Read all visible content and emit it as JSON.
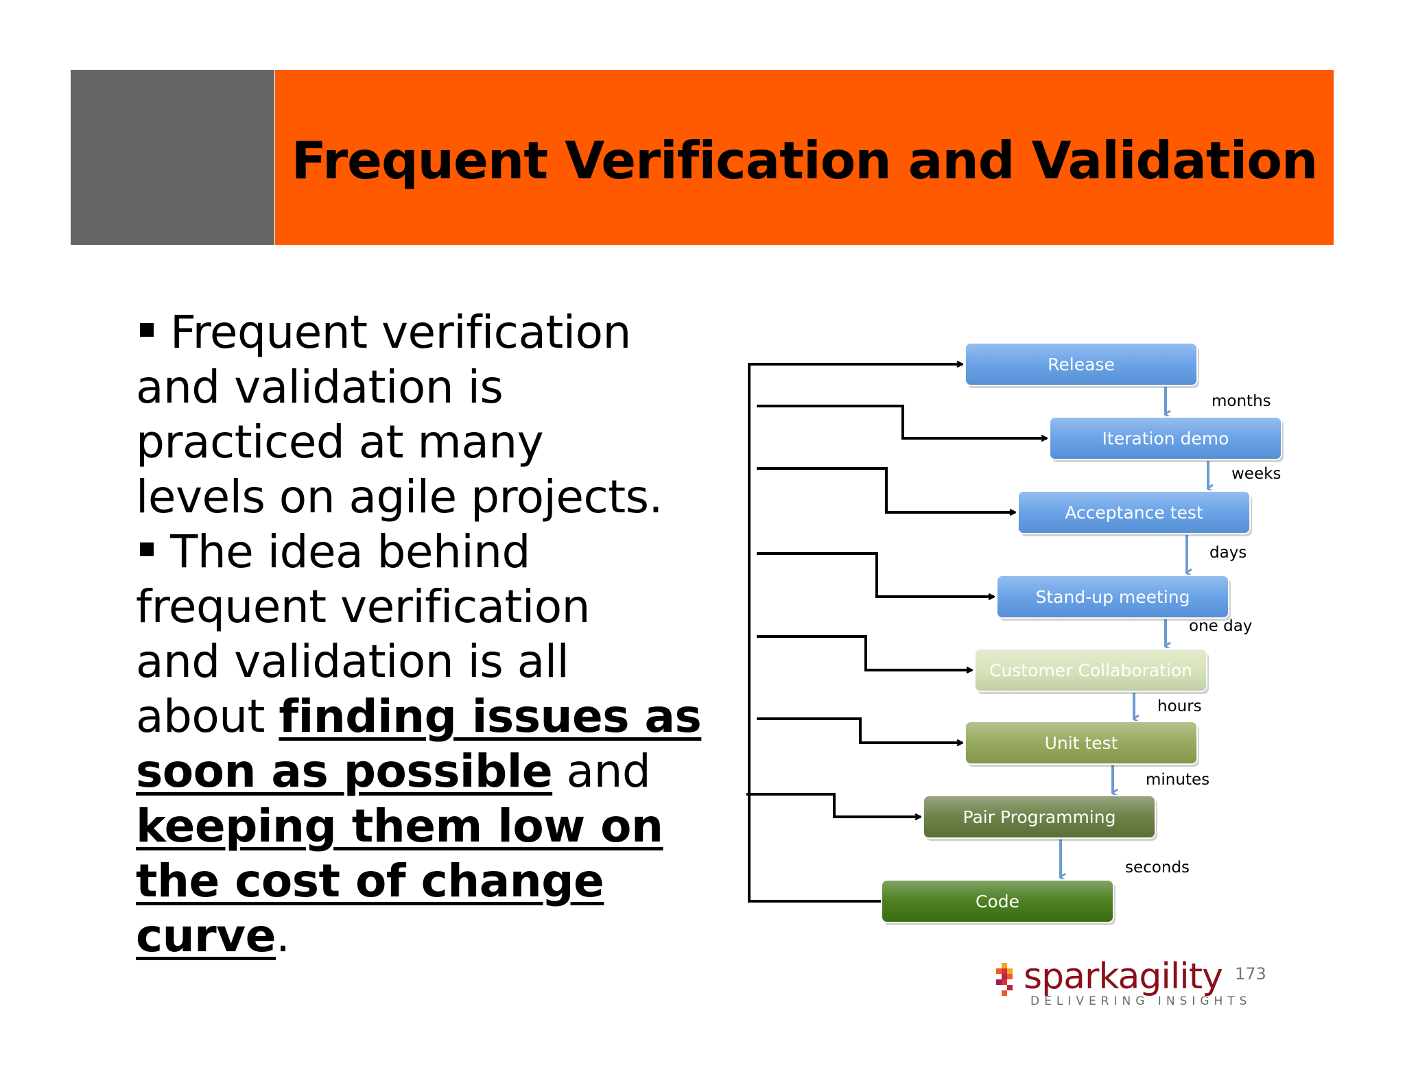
{
  "slide": {
    "title": "Frequent Verification and Validation",
    "page_number": "173"
  },
  "bullets": {
    "b1_l1": "Frequent verification",
    "b1_l2": "and validation is",
    "b1_l3": "practiced at many",
    "b1_l4": "levels on agile projects.",
    "b2_l1": "The idea behind",
    "b2_l2": "frequent verification",
    "b2_l3": "and validation is all",
    "b2_l4_pre": "about ",
    "b2_l4_hl": "finding issues as",
    "b2_l5_hl": "soon as possible",
    "b2_l5_post": " and",
    "b2_l6_hl": "keeping them low on",
    "b2_l7_hl": "the cost of change",
    "b2_l8_hl": "curve",
    "b2_l8_post": "."
  },
  "diagram": {
    "nodes": [
      {
        "label": "Release",
        "fill": "#5d9be6",
        "text_color": "#ffffff"
      },
      {
        "label": "Iteration demo",
        "fill": "#5d9be6",
        "text_color": "#ffffff"
      },
      {
        "label": "Acceptance test",
        "fill": "#5d9be6",
        "text_color": "#ffffff"
      },
      {
        "label": "Stand-up meeting",
        "fill": "#5d9be6",
        "text_color": "#ffffff"
      },
      {
        "label": "Customer Collaboration",
        "fill": "#d3e1b5",
        "text_color": "#ffffff"
      },
      {
        "label": "Unit test",
        "fill": "#8ea350",
        "text_color": "#ffffff"
      },
      {
        "label": "Pair Programming",
        "fill": "#62773a",
        "text_color": "#ffffff"
      },
      {
        "label": "Code",
        "fill": "#3e7410",
        "text_color": "#ffffff"
      }
    ],
    "intervals": [
      "months",
      "weeks",
      "days",
      "one day",
      "hours",
      "minutes",
      "seconds"
    ]
  },
  "logo": {
    "name": "sparkagility",
    "tagline": "DELIVERING INSIGHTS"
  },
  "colors": {
    "title_bar": "#ff5a00",
    "title_side": "#656565",
    "down_arrow": "#6b9bd1"
  }
}
